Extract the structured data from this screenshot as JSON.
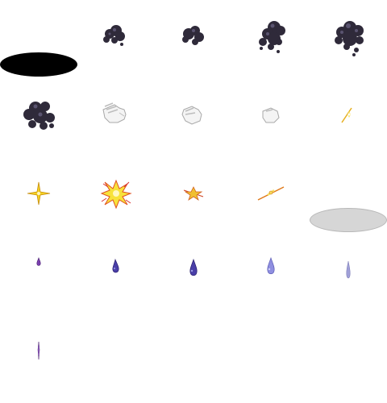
{
  "sheet": {
    "background": "#ffffff",
    "sprites": [
      {
        "row": 0,
        "col": 0,
        "icon": "black-shadow-ellipse",
        "color": "#000000"
      },
      {
        "row": 0,
        "col": 1,
        "icon": "smoke-puff-small",
        "frame": 1,
        "color": "#2f2a3a"
      },
      {
        "row": 0,
        "col": 2,
        "icon": "smoke-puff-small",
        "frame": 2,
        "color": "#2f2a3a"
      },
      {
        "row": 0,
        "col": 3,
        "icon": "smoke-puff-medium",
        "frame": 3,
        "color": "#2f2a3a"
      },
      {
        "row": 0,
        "col": 4,
        "icon": "smoke-puff-large",
        "frame": 4,
        "color": "#2f2a3a"
      },
      {
        "row": 1,
        "col": 0,
        "icon": "smoke-puff-large",
        "frame": 5,
        "color": "#2f2a3a"
      },
      {
        "row": 1,
        "col": 1,
        "icon": "white-glove-open-hand",
        "color": "#f2f2f2"
      },
      {
        "row": 1,
        "col": 2,
        "icon": "white-glove-half-closed",
        "color": "#f2f2f2"
      },
      {
        "row": 1,
        "col": 3,
        "icon": "white-glove-fist",
        "color": "#f2f2f2"
      },
      {
        "row": 1,
        "col": 4,
        "icon": "sparkle-diagonal",
        "color": "#f0d040"
      },
      {
        "row": 2,
        "col": 0,
        "icon": "sparkle-star",
        "color": "#f0d040"
      },
      {
        "row": 2,
        "col": 1,
        "icon": "impact-burst",
        "color": "#f7e23a"
      },
      {
        "row": 2,
        "col": 2,
        "icon": "impact-small-burst",
        "color": "#f0c030"
      },
      {
        "row": 2,
        "col": 3,
        "icon": "slash-streak",
        "color": "#e07a1a"
      },
      {
        "row": 2,
        "col": 4,
        "icon": "grey-shadow-ellipse",
        "color": "#d6d6d6"
      },
      {
        "row": 3,
        "col": 0,
        "icon": "droplet-tiny",
        "color": "#7a3fb0"
      },
      {
        "row": 3,
        "col": 1,
        "icon": "droplet-small",
        "color": "#4a3fa8"
      },
      {
        "row": 3,
        "col": 2,
        "icon": "droplet-medium",
        "color": "#4a3fa8"
      },
      {
        "row": 3,
        "col": 3,
        "icon": "droplet-fading",
        "color": "#8f8fe0"
      },
      {
        "row": 3,
        "col": 4,
        "icon": "droplet-thin",
        "color": "#a0a0d8"
      },
      {
        "row": 4,
        "col": 0,
        "icon": "droplet-streak",
        "color": "#7a3fb0"
      }
    ]
  }
}
